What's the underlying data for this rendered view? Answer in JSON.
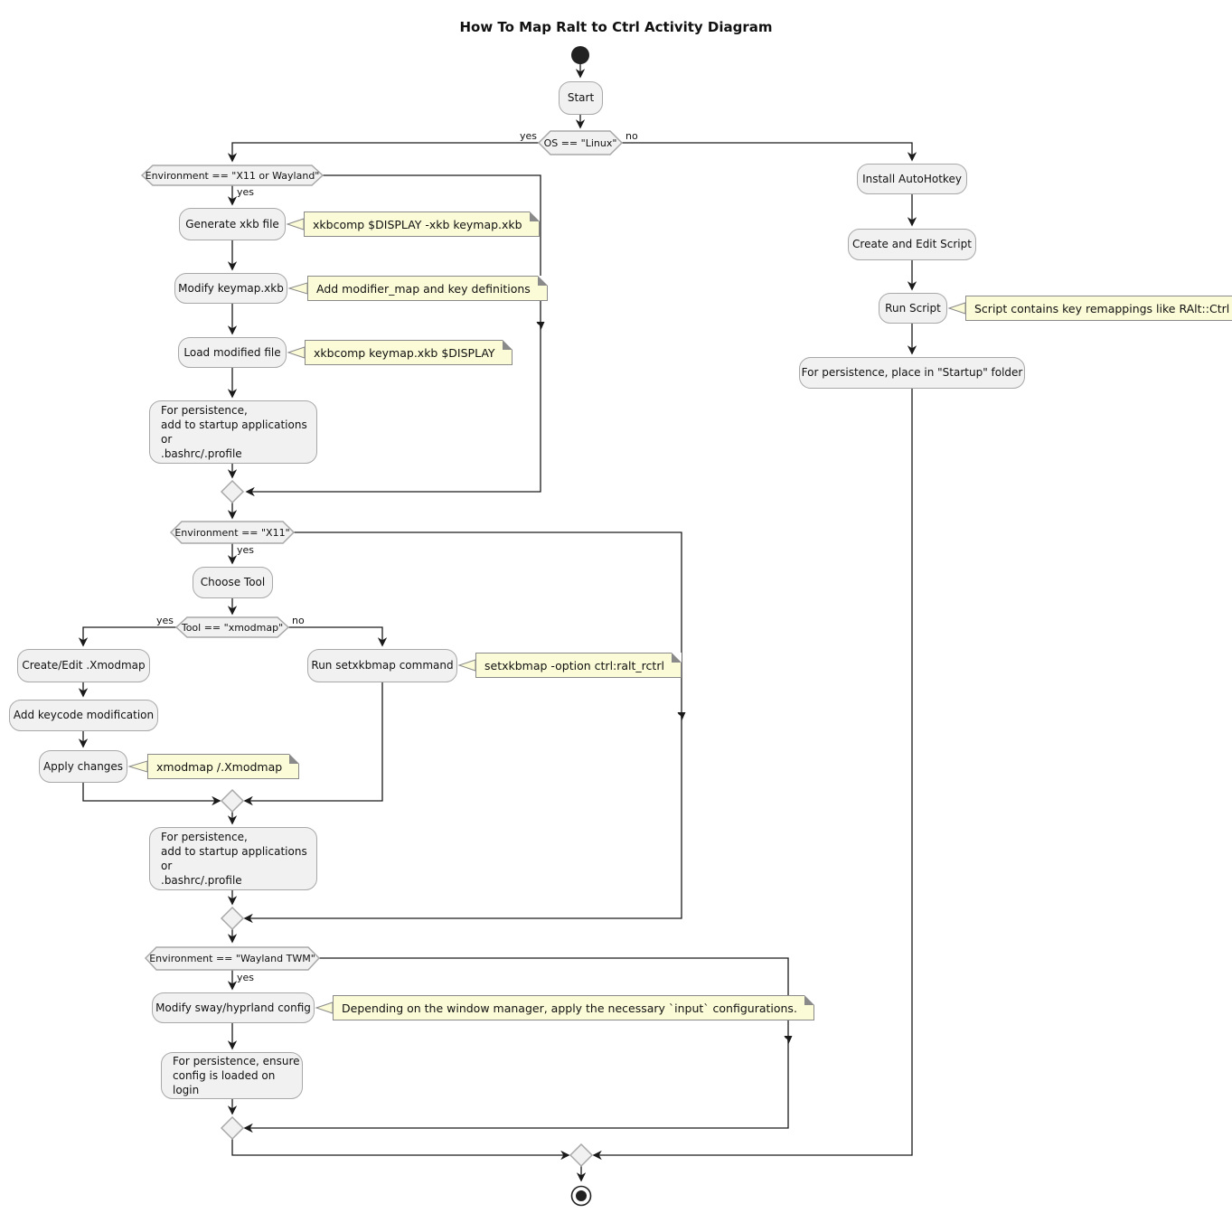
{
  "title": "How To Map Ralt to Ctrl Activity Diagram",
  "edge_labels": {
    "yes": "yes",
    "no": "no"
  },
  "start": {
    "label": "Start"
  },
  "decisions": {
    "os": "OS == \"Linux\"",
    "env_x11_wayland": "Environment == \"X11 or Wayland\"",
    "env_x11": "Environment == \"X11\"",
    "tool": "Tool == \"xmodmap\"",
    "env_wayland_twm": "Environment == \"Wayland TWM\""
  },
  "linux": {
    "xkb": {
      "generate": "Generate xkb file",
      "modify": "Modify keymap.xkb",
      "load": "Load modified file",
      "persist": "For persistence,\nadd to startup applications or\n.bashrc/.profile"
    },
    "x11": {
      "choose_tool": "Choose Tool",
      "xmodmap_create": "Create/Edit .Xmodmap",
      "xmodmap_add": "Add keycode modification",
      "xmodmap_apply": "Apply changes",
      "setxkbmap_run": "Run setxkbmap command",
      "persist": "For persistence,\nadd to startup applications or\n.bashrc/.profile"
    },
    "wayland": {
      "modify_config": "Modify sway/hyprland config",
      "persist": "For persistence, ensure\nconfig is loaded on login"
    }
  },
  "windows": {
    "install": "Install AutoHotkey",
    "create_script": "Create and Edit Script",
    "run_script": "Run Script",
    "persist": "For persistence, place in \"Startup\" folder"
  },
  "notes": {
    "xkb_generate": "xkbcomp $DISPLAY -xkb keymap.xkb",
    "xkb_modify": "Add modifier_map and key definitions",
    "xkb_load": "xkbcomp keymap.xkb $DISPLAY",
    "xmodmap_apply": "xmodmap /.Xmodmap",
    "setxkbmap": "setxkbmap -option ctrl:ralt_rctrl",
    "ahk": "Script contains key remappings like RAlt::Ctrl",
    "wayland": "Depending on the window manager, apply the necessary `input` configurations."
  },
  "colors": {
    "node_fill": "#F1F1F1",
    "node_border": "#A8A8A8",
    "note_fill": "#FBFBD7",
    "note_border": "#8A8A8A",
    "line": "#1A1A1A"
  }
}
